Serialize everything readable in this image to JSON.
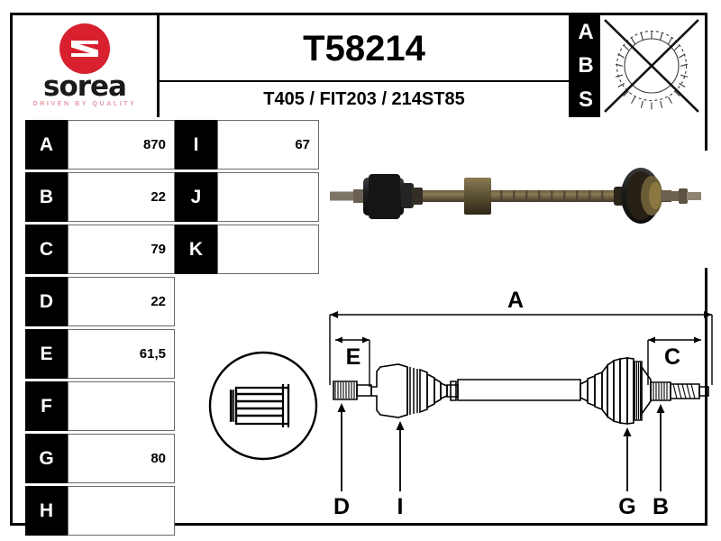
{
  "document": {
    "title": "T58214",
    "subtitle": "T405 / FIT203 / 214ST85"
  },
  "brand": {
    "name": "sorea",
    "tagline": "DRIVEN BY QUALITY",
    "logo_color": "#d8202f",
    "tagline_color": "#e79aa4"
  },
  "abs": {
    "letters": [
      "A",
      "B",
      "S"
    ],
    "symbol": "abs-ring-crossed-out",
    "available": "no"
  },
  "dimensions_left": [
    {
      "key": "A",
      "value": "870"
    },
    {
      "key": "B",
      "value": "22"
    },
    {
      "key": "C",
      "value": "79"
    },
    {
      "key": "D",
      "value": "22"
    },
    {
      "key": "E",
      "value": "61,5"
    },
    {
      "key": "F",
      "value": ""
    },
    {
      "key": "G",
      "value": "80"
    },
    {
      "key": "H",
      "value": ""
    }
  ],
  "dimensions_right": [
    {
      "key": "I",
      "value": "67"
    },
    {
      "key": "J",
      "value": ""
    },
    {
      "key": "K",
      "value": ""
    }
  ],
  "technical_drawing": {
    "part": "cv-drive-shaft",
    "callouts": {
      "overall_length": "A",
      "left_span": "E",
      "right_span": "C",
      "left_spline": "D",
      "inner_joint": "I",
      "outer_boot": "G",
      "outer_spline": "B"
    }
  },
  "photo": {
    "caption": "drive-shaft-photo"
  },
  "inset": {
    "caption": "spline-detail"
  }
}
